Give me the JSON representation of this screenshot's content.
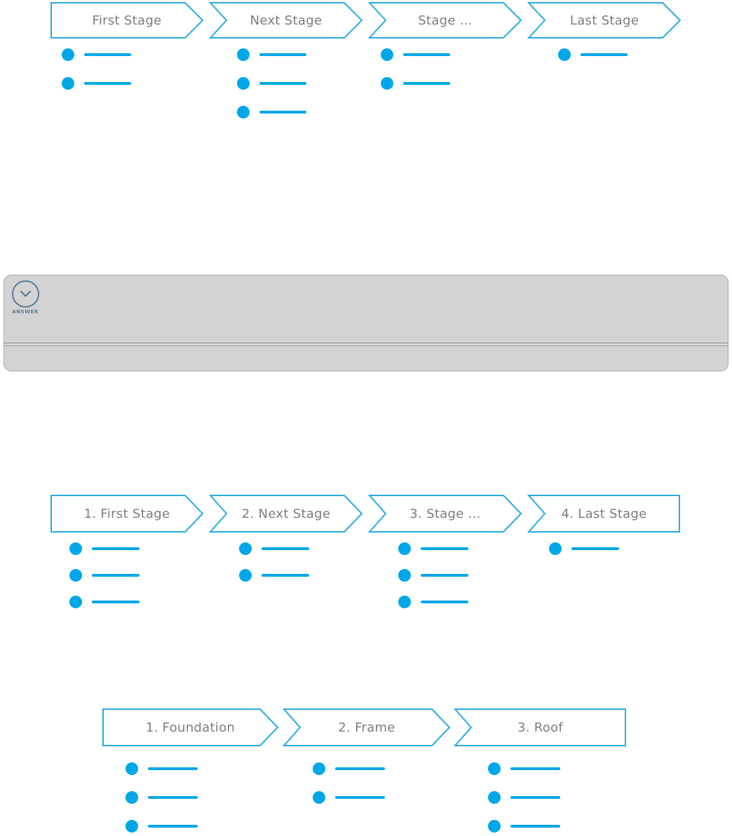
{
  "colors": {
    "accent_blue": "#29ABE2",
    "bullet_blue": "#00A7E8",
    "stage_text": "#7C7C7C",
    "panel_bg": "#D3D3D3",
    "panel_border": "#A9A9A9",
    "icon_color": "#5A7D92"
  },
  "answer_panel": {
    "label": "ANSWER",
    "icon": "chevron-down-icon"
  },
  "diagrams": [
    {
      "id": "template-plain",
      "stages": [
        {
          "label": "First Stage",
          "bullet_count": 2
        },
        {
          "label": "Next Stage",
          "bullet_count": 3
        },
        {
          "label": "Stage ...",
          "bullet_count": 2
        },
        {
          "label": "Last Stage",
          "bullet_count": 1
        }
      ]
    },
    {
      "id": "template-numbered",
      "stages": [
        {
          "label": "1. First Stage",
          "bullet_count": 3
        },
        {
          "label": "2. Next Stage",
          "bullet_count": 2
        },
        {
          "label": "3. Stage ...",
          "bullet_count": 3
        },
        {
          "label": "4. Last Stage",
          "bullet_count": 1
        }
      ]
    },
    {
      "id": "example-house",
      "stages": [
        {
          "label": "1. Foundation",
          "bullet_count": 3
        },
        {
          "label": "2. Frame",
          "bullet_count": 2
        },
        {
          "label": "3. Roof",
          "bullet_count": 3
        }
      ]
    }
  ]
}
